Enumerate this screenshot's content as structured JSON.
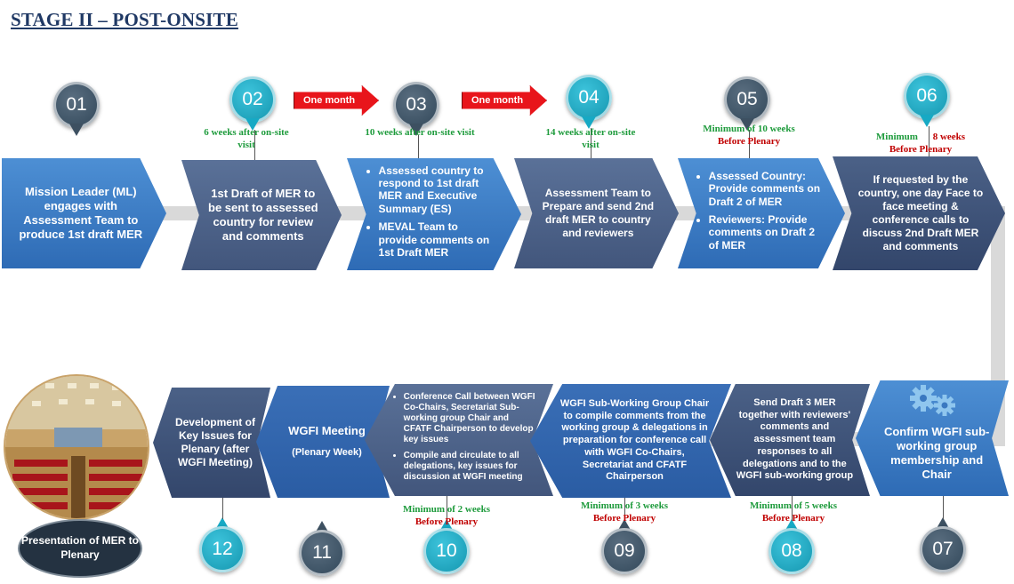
{
  "title": "STAGE II – POST-ONSITE",
  "steps": [
    {
      "num": "01",
      "text": "Mission Leader (ML) engages with Assessment Team to produce 1st draft MER"
    },
    {
      "num": "02",
      "text": "1st Draft of MER to be sent to assessed country for review and comments",
      "timing": "6 weeks after on-site visit"
    },
    {
      "num": "03",
      "bullets": [
        "Assessed country to respond to 1st draft MER and Executive Summary (ES)",
        "MEVAL Team to provide comments on 1st Draft MER"
      ],
      "timing": "10 weeks after on-site visit"
    },
    {
      "num": "04",
      "text": "Assessment Team to Prepare and send 2nd draft MER to country and reviewers",
      "timing": "14 weeks after on-site visit"
    },
    {
      "num": "05",
      "bullets": [
        "Assessed Country: Provide comments on Draft 2 of MER",
        "Reviewers: Provide comments on Draft 2 of MER"
      ],
      "timing_green": "Minimum of 10 weeks",
      "timing_red": "Before Plenary"
    },
    {
      "num": "06",
      "text": "If requested by the country, one day Face to face meeting & conference calls to discuss 2nd Draft MER and comments",
      "timing_green": "Minimum",
      "timing_red1": "8 weeks",
      "timing_red2": "Before Plenary"
    },
    {
      "num": "07",
      "text": "Confirm WGFI sub-working group membership and Chair"
    },
    {
      "num": "08",
      "text": "Send Draft 3 MER together with reviewers' comments and assessment team responses to all delegations and to the WGFI sub-working group",
      "timing_green": "Minimum of 5 weeks",
      "timing_red": "Before Plenary"
    },
    {
      "num": "09",
      "text": "WGFI Sub-Working Group Chair to compile comments from the working group & delegations in preparation for conference call with WGFI Co-Chairs, Secretariat and CFATF Chairperson",
      "timing_green": "Minimum of 3 weeks",
      "timing_red": "Before Plenary"
    },
    {
      "num": "10",
      "bullets": [
        "Conference Call between WGFI Co-Chairs, Secretariat Sub-working group Chair and CFATF Chairperson to develop key issues",
        "Compile and circulate to all delegations, key issues for discussion at WGFI meeting"
      ],
      "timing_green": "Minimum of 2 weeks",
      "timing_red": "Before Plenary"
    },
    {
      "num": "11",
      "text": "WGFI Meeting",
      "sub": "(Plenary Week)"
    },
    {
      "num": "12",
      "text": "Development of Key Issues for Plenary (after WGFI Meeting)"
    }
  ],
  "arrows": [
    "One month",
    "One month"
  ],
  "presentation": "Presentation of MER to Plenary",
  "colors": {
    "teal": "#17a9c4",
    "dark_pin": "#3d5061",
    "green": "#1e9b3c",
    "red": "#c00000",
    "arrow": "#e8151b"
  }
}
